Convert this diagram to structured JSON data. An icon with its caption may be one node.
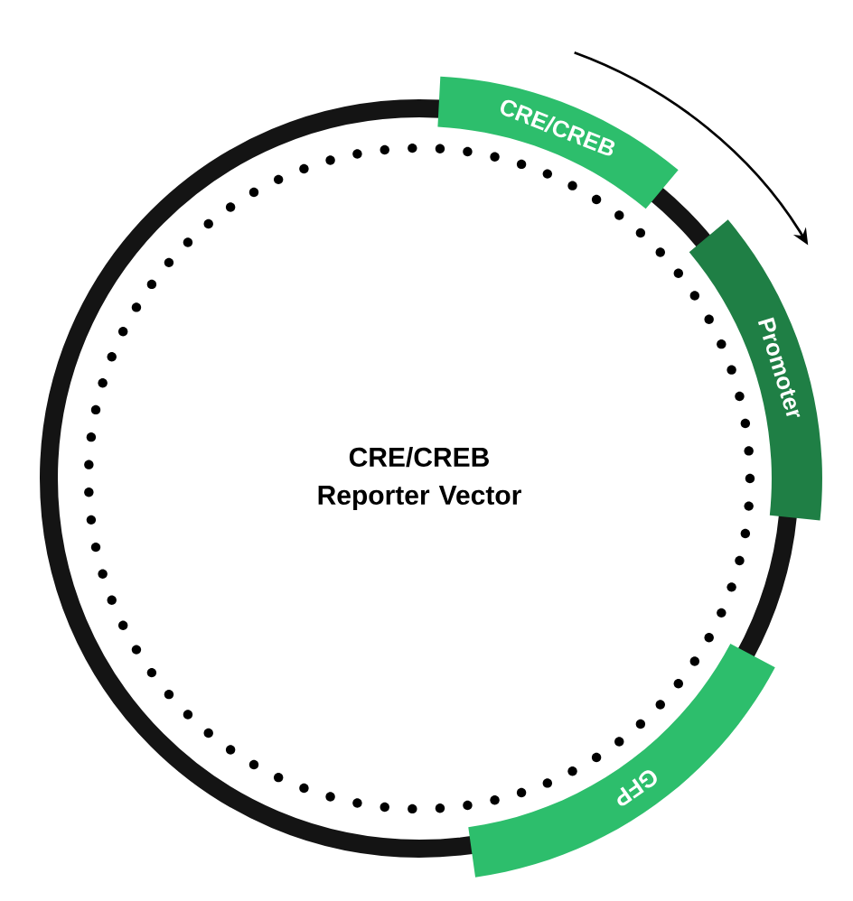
{
  "diagram": {
    "nodes": [
      {
        "text": [
          "CRE/CREB"
        ]
      },
      {
        "text": [
          "Promoter"
        ]
      },
      {
        "text": [
          "GFP"
        ]
      }
    ],
    "labels": [
      "CRE/CREB Reporter Vector"
    ]
  }
}
